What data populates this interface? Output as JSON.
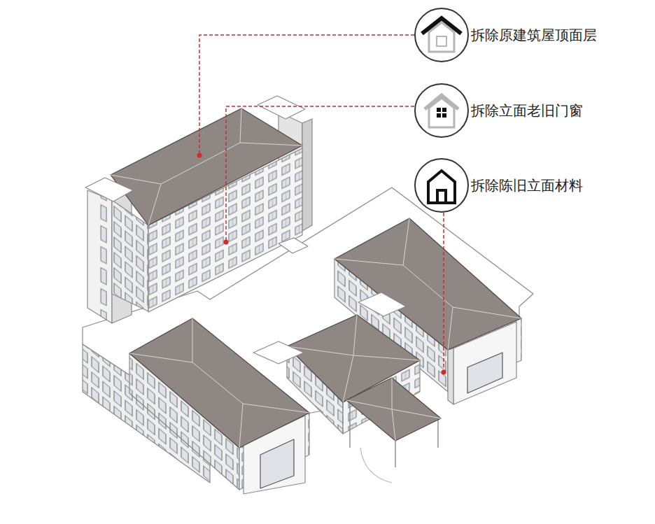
{
  "diagram": {
    "nodes": [
      {
        "text": [
          "拆除原建筑屋顶面层"
        ]
      },
      {
        "text": [
          "拆除立面老旧门窗"
        ]
      },
      {
        "text": [
          "拆除陈旧立面材料"
        ]
      }
    ]
  }
}
